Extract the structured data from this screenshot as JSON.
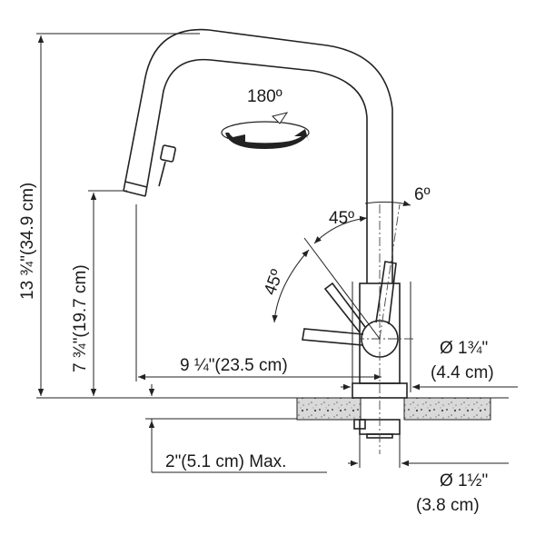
{
  "labels": {
    "rotation": "180º",
    "angle_6": "6º",
    "angle_45_top": "45º",
    "angle_45_side": "45º",
    "height_total": "13 ¾\"(34.9 cm)",
    "height_spout": "7 ¾\"(19.7 cm)",
    "reach": "9 ¼\"(23.5 cm)",
    "base_dia_in": "Ø 1¾\"",
    "base_dia_cm": "(4.4 cm)",
    "deck_thickness": "2\"(5.1 cm) Max.",
    "hole_dia_in": "Ø 1½\"",
    "hole_dia_cm": "(3.8 cm)"
  }
}
